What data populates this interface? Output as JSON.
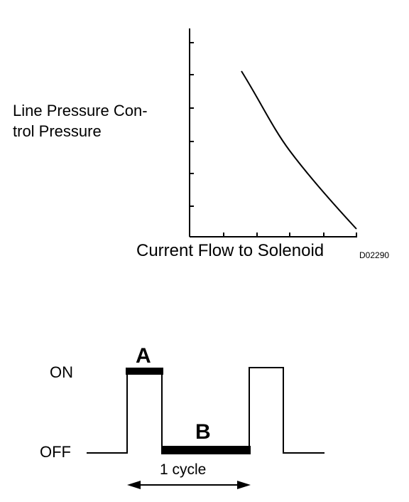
{
  "graph": {
    "y_label_line1": "Line Pressure Con-",
    "y_label_line2": "trol Pressure",
    "x_label": "Current Flow to Solenoid",
    "figure_code": "D02290"
  },
  "signal": {
    "on_label": "ON",
    "off_label": "OFF",
    "segment_a_label": "A",
    "segment_b_label": "B",
    "cycle_label": "1 cycle"
  },
  "colors": {
    "ink": "#000000",
    "background": "#ffffff"
  }
}
